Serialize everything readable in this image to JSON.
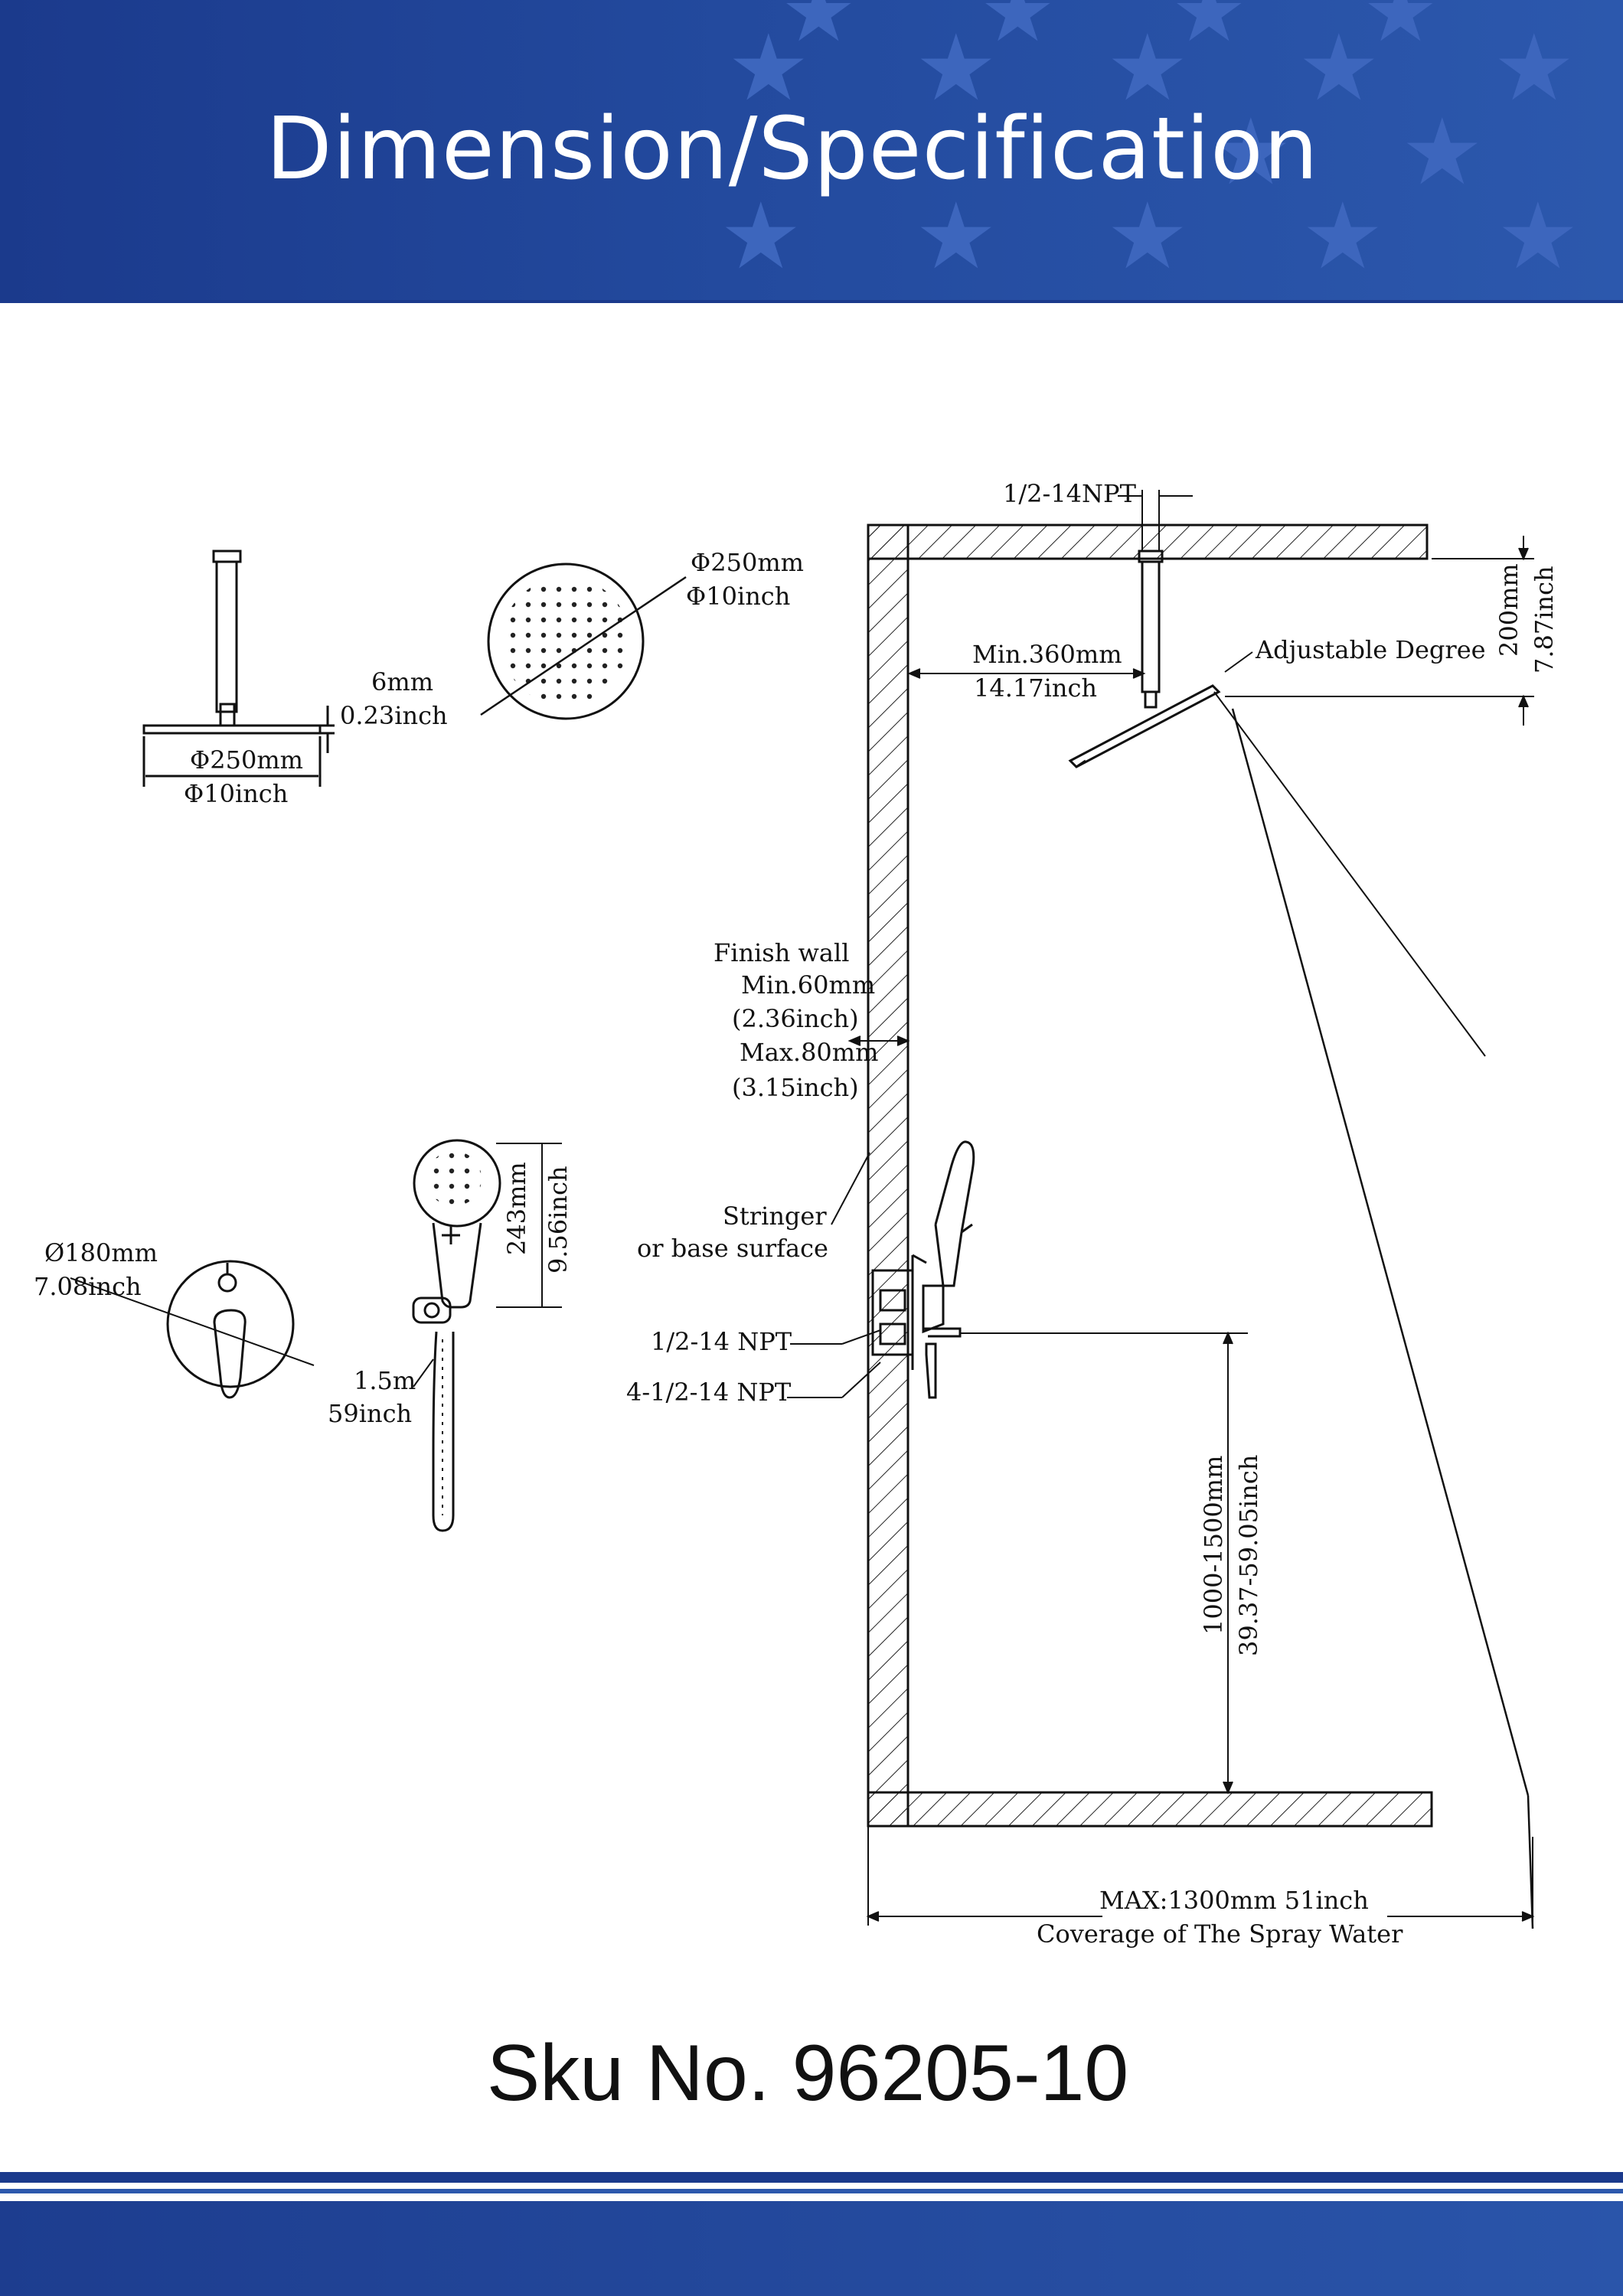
{
  "header": {
    "title": "Dimension/Specification"
  },
  "ceiling_arm": {
    "label_thickness_mm": "6mm",
    "label_thickness_in": "0.23inch",
    "label_dia_mm": "Φ250mm",
    "label_dia_in": "Φ10inch"
  },
  "shower_head_top": {
    "label_dia_mm": "Φ250mm",
    "label_dia_in": "Φ10inch"
  },
  "valve_plate": {
    "label_dia_mm": "Ø180mm",
    "label_dia_in": "7.08inch"
  },
  "hand_shower": {
    "label_height_mm": "243mm",
    "label_height_in": "9.56inch",
    "label_hose_m": "1.5m",
    "label_hose_in": "59inch"
  },
  "installation": {
    "npt_top": "1/2-14NPT",
    "arm_length_mm": "200mm",
    "arm_length_in": "7.87inch",
    "min_distance_mm": "Min.360mm",
    "min_distance_in": "14.17inch",
    "adjustable": "Adjustable Degree",
    "finish_wall": "Finish wall",
    "finish_min_mm": "Min.60mm",
    "finish_min_in": "(2.36inch)",
    "finish_max_mm": "Max.80mm",
    "finish_max_in": "(3.15inch)",
    "stringer_1": "Stringer",
    "stringer_2": "or base surface",
    "npt_valve_1": "1/2-14 NPT",
    "npt_valve_2": "4-1/2-14 NPT",
    "height_mm": "1000-1500mm",
    "height_in": "39.37-59.05inch",
    "coverage_1": "MAX:1300mm 51inch",
    "coverage_2": "Coverage of The Spray Water"
  },
  "footer": {
    "sku": "Sku No. 96205-10"
  },
  "colors": {
    "header_blue": "#1b3a8c",
    "header_blue_light": "#2c58ad",
    "star": "#3d66bd",
    "ink": "#111111"
  }
}
